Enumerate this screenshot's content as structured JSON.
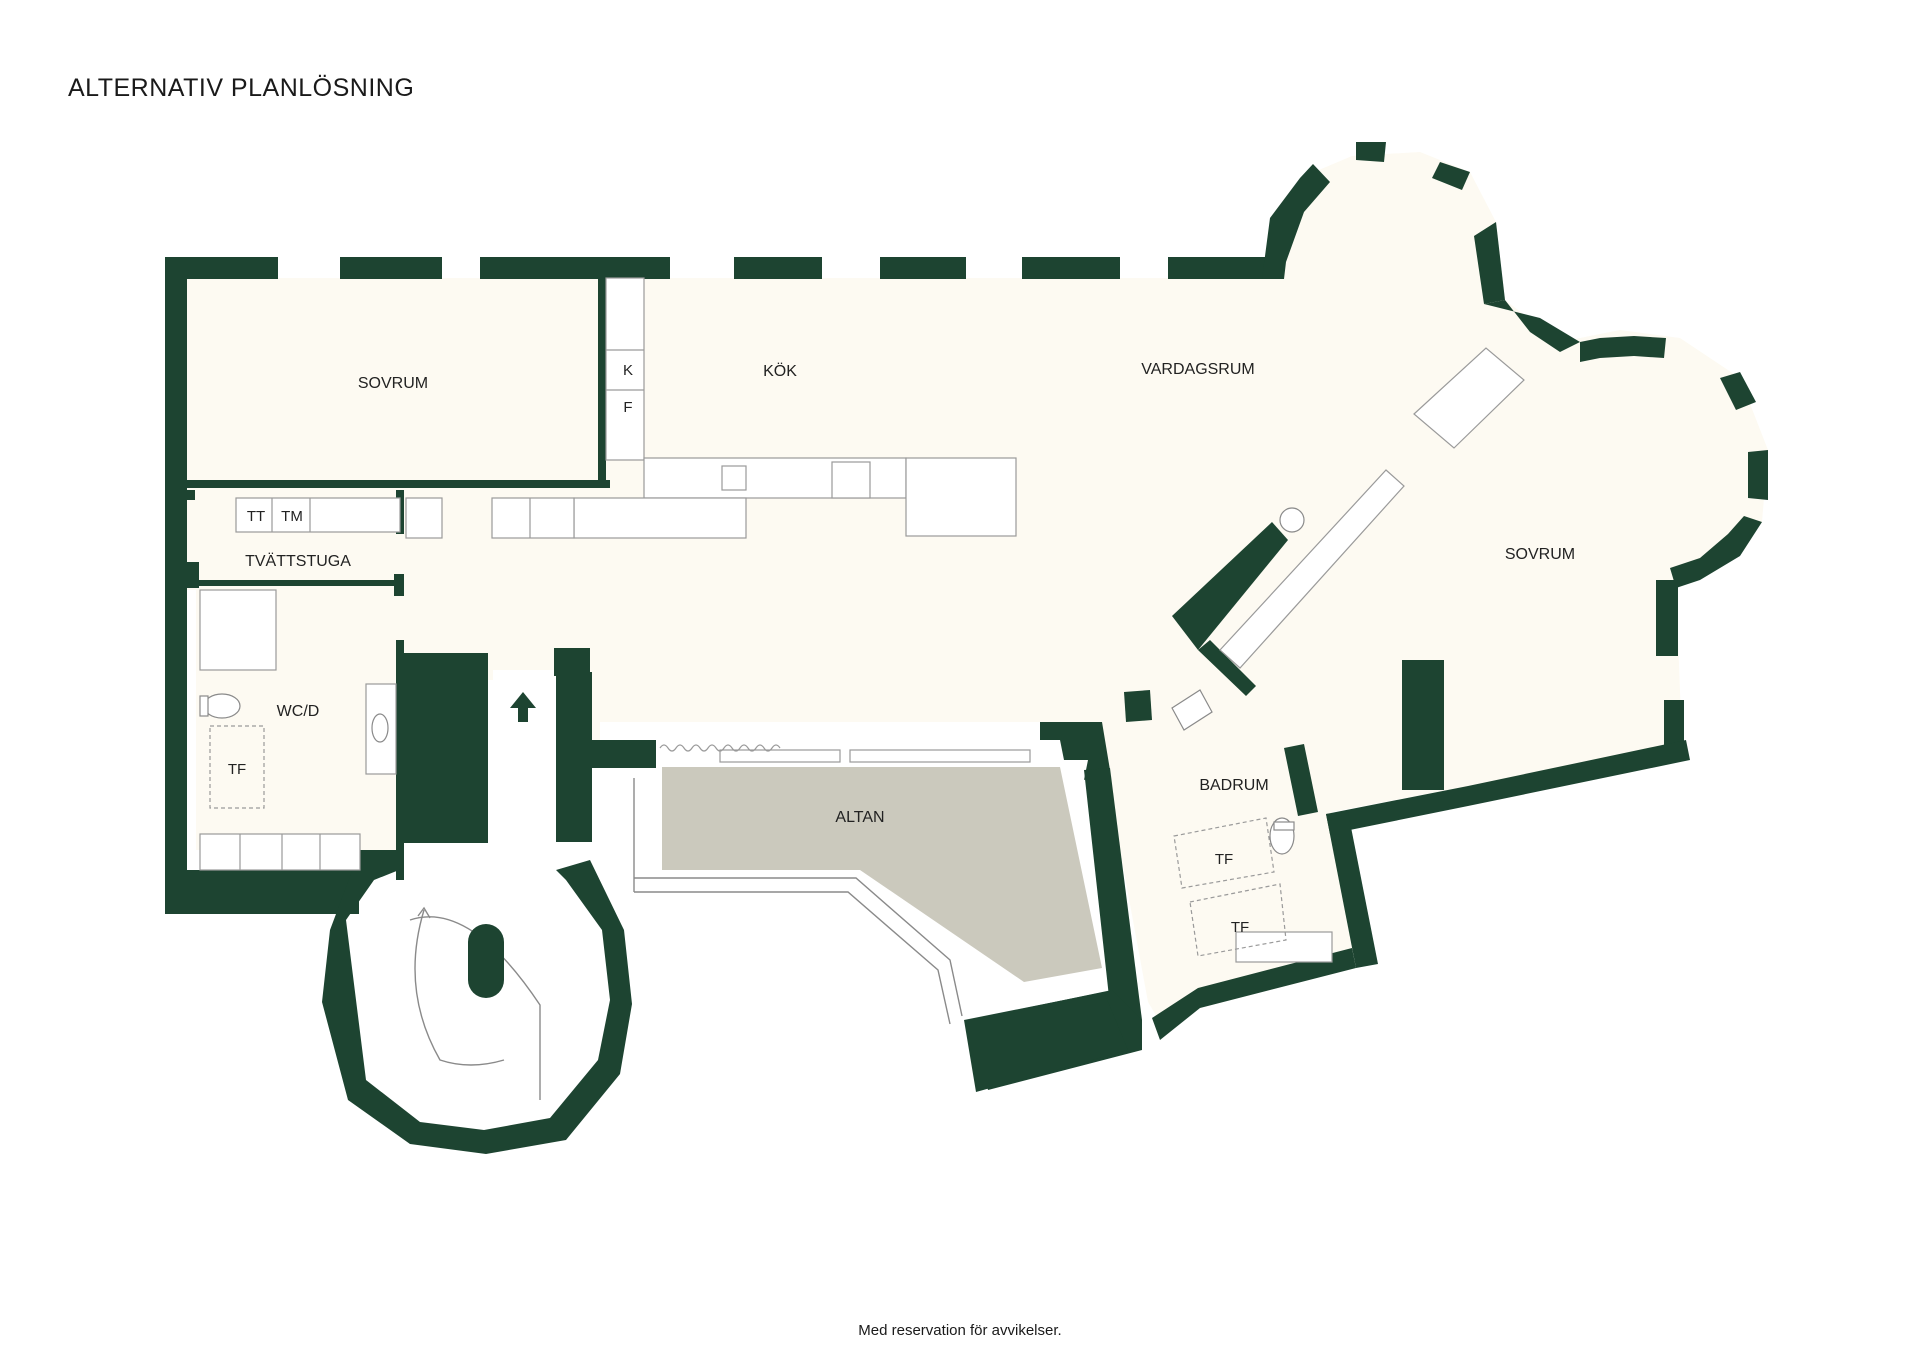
{
  "title": "ALTERNATIV PLANLÖSNING",
  "disclaimer": "Med reservation för avvikelser.",
  "rooms": {
    "sovrum_left": "SOVRUM",
    "kok": "KÖK",
    "vardagsrum": "VARDAGSRUM",
    "tvattstuga": "TVÄTTSTUGA",
    "wcd": "WC/D",
    "altan": "ALTAN",
    "badrum": "BADRUM",
    "sovrum_right": "SOVRUM"
  },
  "fixtures": {
    "k": "K",
    "f": "F",
    "tt": "TT",
    "tm": "TM",
    "tf_wc": "TF",
    "tf_bad_1": "TF",
    "tf_bad_2": "TF"
  },
  "colors": {
    "wall": "#1d4431",
    "floor": "#fdfaf2",
    "terrace": "#cbc9bd",
    "outline": "#888888"
  }
}
